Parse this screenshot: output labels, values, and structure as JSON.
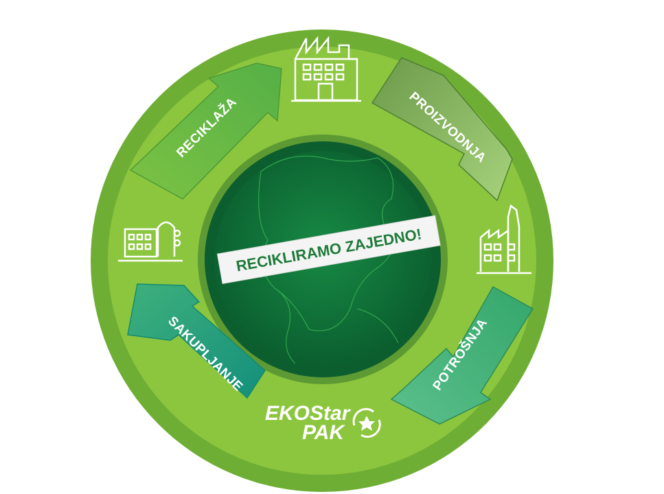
{
  "title": "Reciklaža ciklus",
  "banner": "RECIKLIRAMO ZAJEDNO!",
  "steps": [
    {
      "label": "RECIKLAŽA",
      "icon": "factory-icon"
    },
    {
      "label": "PROIZVODNJA",
      "icon": "factory-chimney-icon"
    },
    {
      "label": "POTROŠNJA",
      "icon": "recycling-plant-icon"
    },
    {
      "label": "SAKUPLJANJE",
      "icon": "collection-facility-icon"
    }
  ],
  "logo": {
    "line1": "EKOStar",
    "line2": "PAK"
  },
  "colors": {
    "outer_ring": "#6fae34",
    "disk": "#8cc63f",
    "globe": "#0f6b34",
    "banner_text": "#1f7a3a"
  }
}
